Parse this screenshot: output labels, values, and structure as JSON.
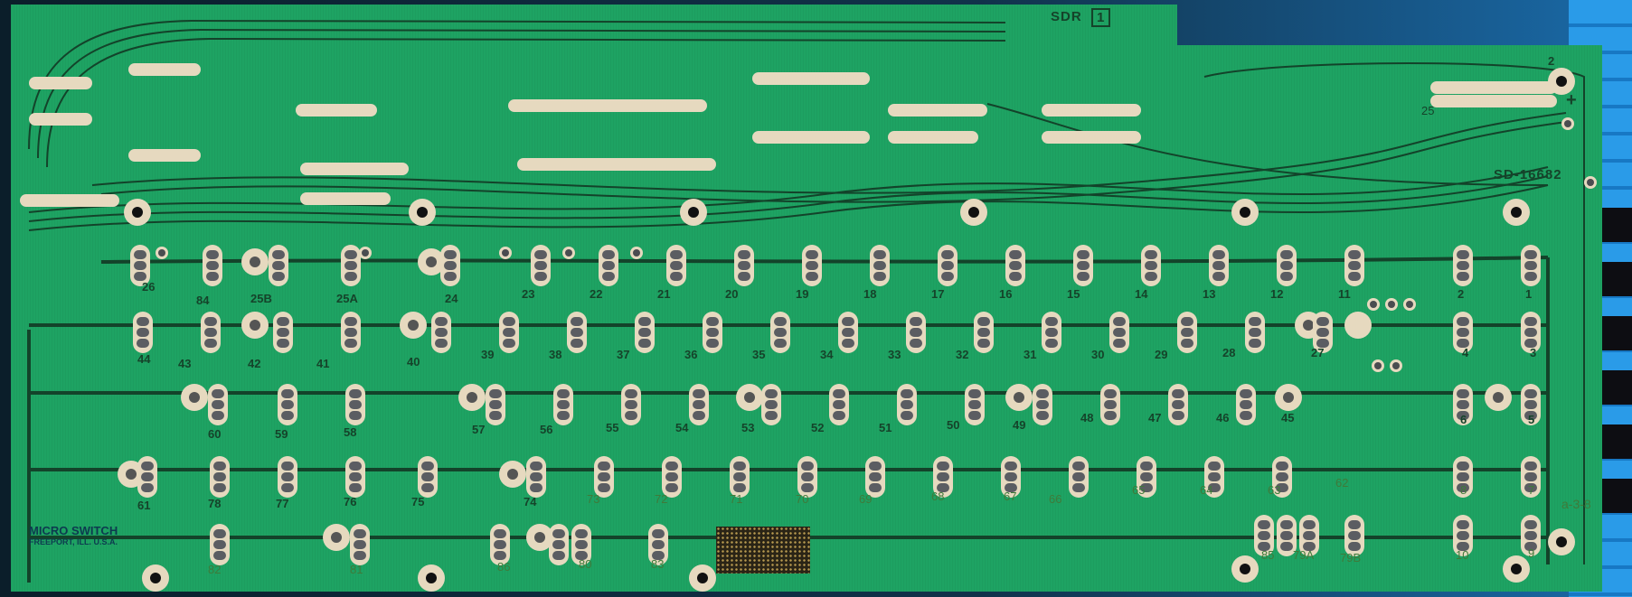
{
  "photo": {
    "subject": "Keyboard printed circuit board (solder side)",
    "background_color": "#1e8fd6",
    "pcb_color": "#1ea363",
    "trace_color": "#13432a",
    "pad_color": "#e6d9bf"
  },
  "silkscreen": {
    "maker_line1": "MICRO SWITCH",
    "maker_line2": "FREEPORT, ILL.  U.S.A.",
    "board_code": "SDR",
    "board_code_box": "1",
    "part_number": "SD-16682",
    "revision_mark": "a-3-8",
    "connector_pin_25": "25",
    "connector_pin_2": "2",
    "connector_pin_1": "1",
    "plus_mark": "+"
  },
  "key_labels": {
    "row1": [
      "26",
      "84",
      "25B",
      "25A",
      "24",
      "23",
      "22",
      "21",
      "20",
      "19",
      "18",
      "17",
      "16",
      "15",
      "14",
      "13",
      "12",
      "11",
      "2",
      "1"
    ],
    "row2": [
      "44",
      "43",
      "42",
      "41",
      "40",
      "39",
      "38",
      "37",
      "36",
      "35",
      "34",
      "33",
      "32",
      "31",
      "30",
      "29",
      "28",
      "27",
      "4",
      "3"
    ],
    "row3": [
      "60",
      "59",
      "58",
      "57",
      "56",
      "55",
      "54",
      "53",
      "52",
      "51",
      "50",
      "49",
      "48",
      "47",
      "46",
      "45",
      "6",
      "5"
    ],
    "row4": [
      "61",
      "78",
      "77",
      "76",
      "75",
      "74",
      "73",
      "72",
      "71",
      "70",
      "69",
      "68",
      "67",
      "66",
      "65",
      "64",
      "63",
      "62",
      "8",
      "7"
    ],
    "row5": [
      "82",
      "81",
      "86",
      "80",
      "83",
      "85",
      "79A",
      "79B",
      "10",
      "9"
    ]
  }
}
